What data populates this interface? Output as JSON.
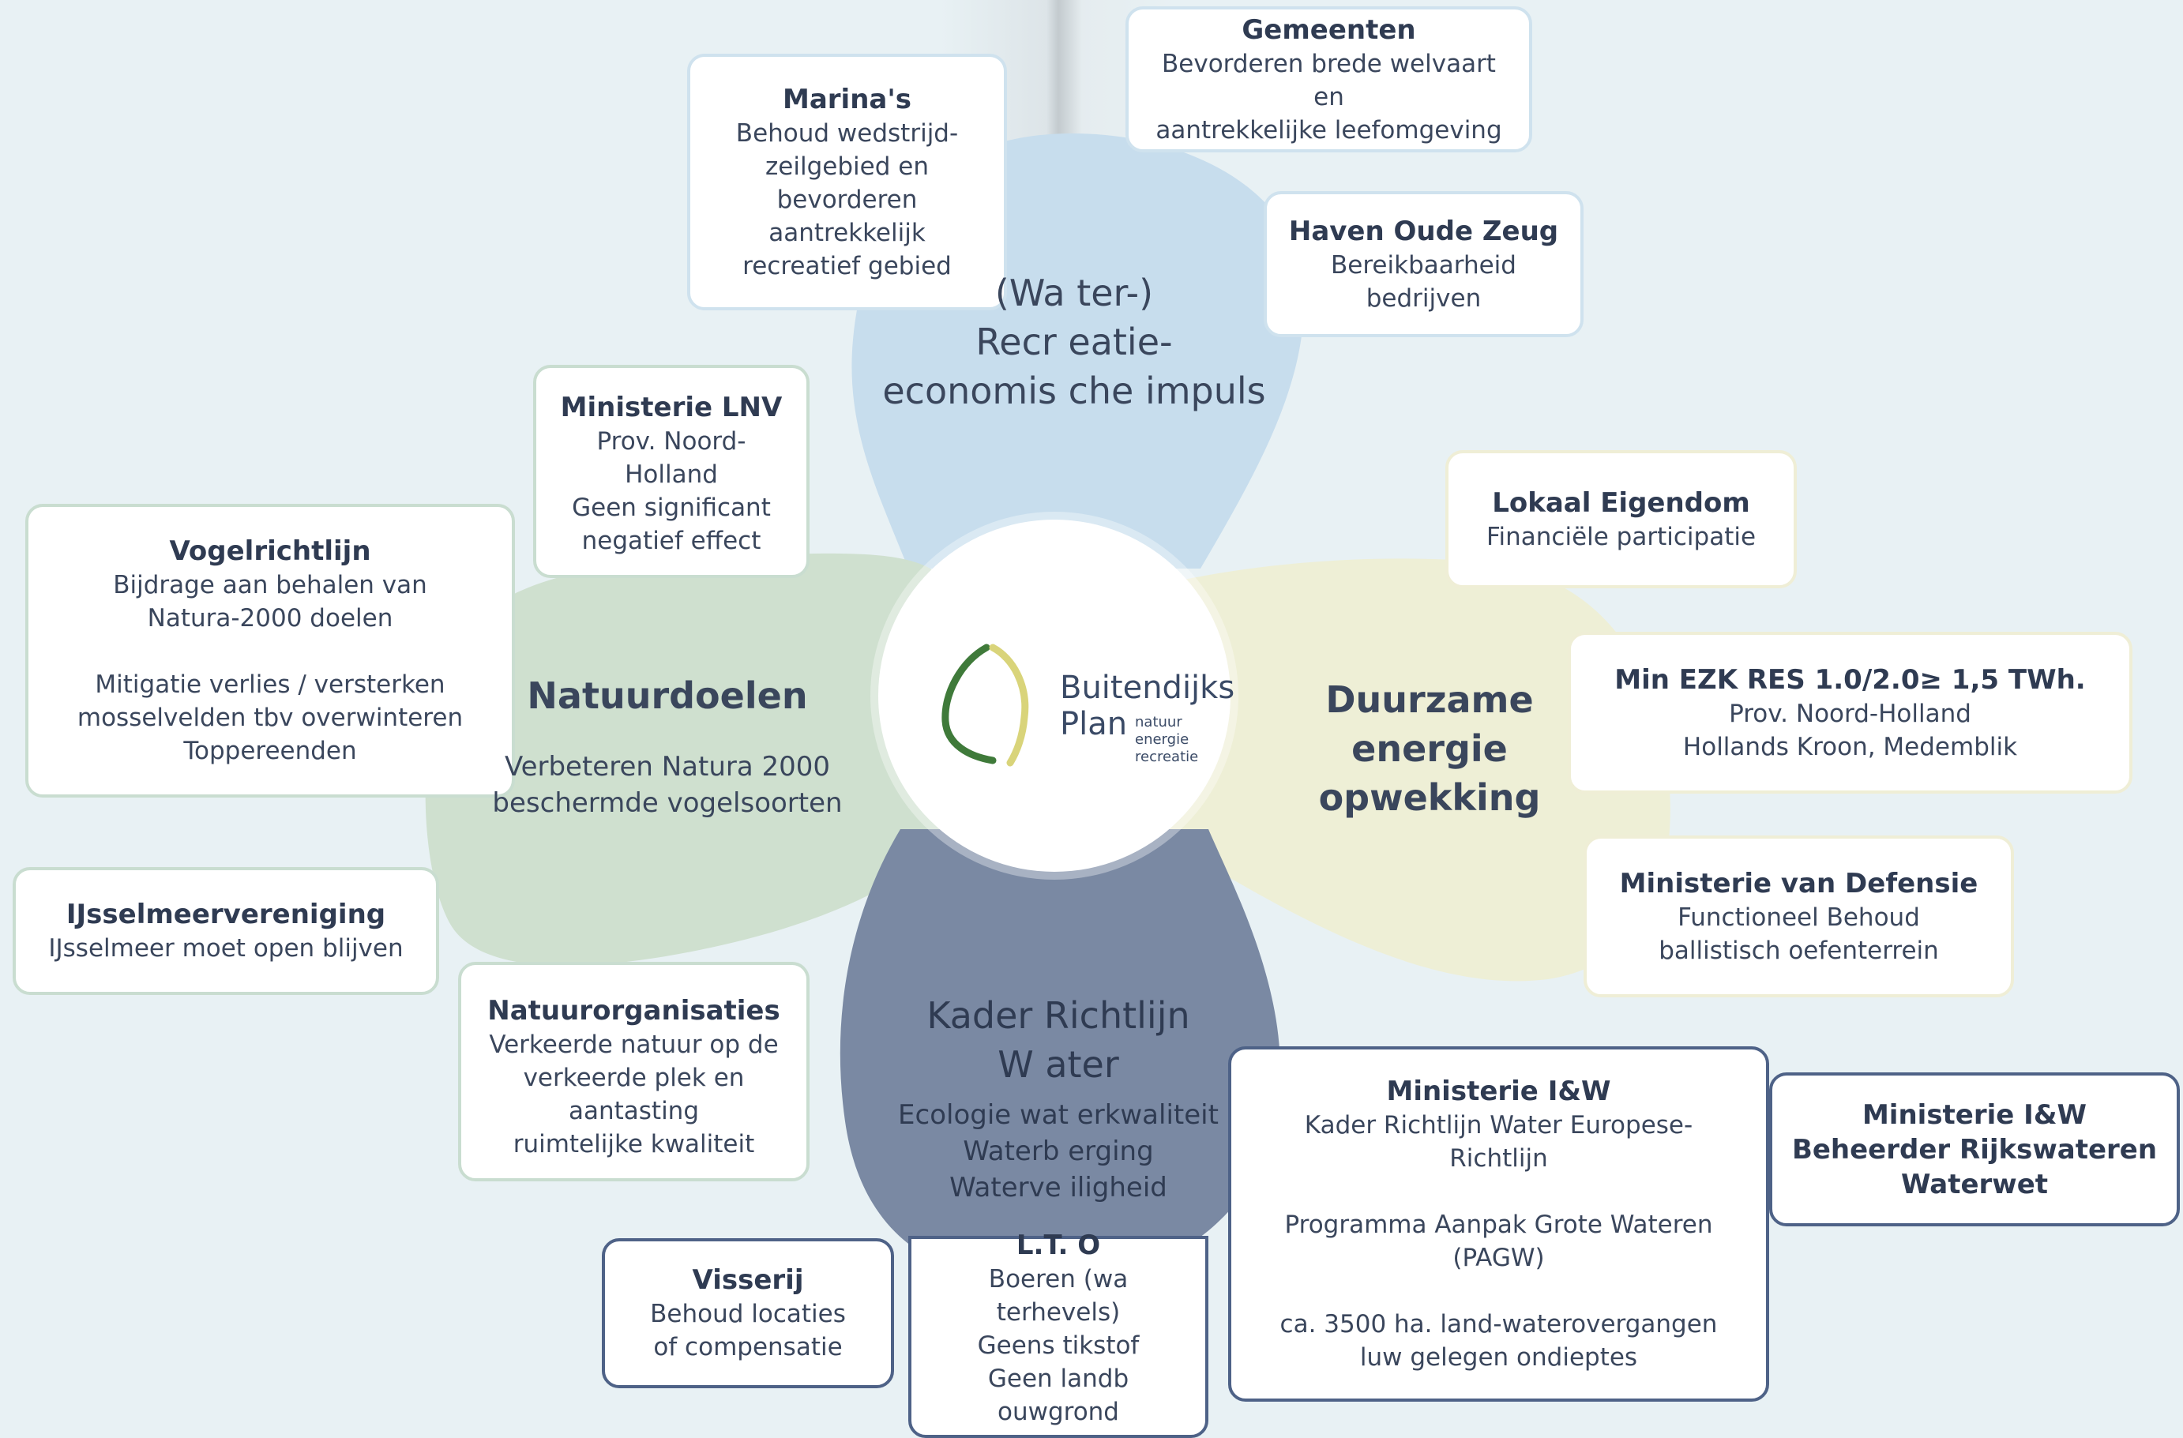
{
  "center": {
    "name_line1": "Buitendijks",
    "name_line2": "Plan",
    "tagline": [
      "natuur",
      "energie",
      "recreatie"
    ]
  },
  "petals": {
    "recreatie": {
      "title": "(Wa ter-)\nRecr eatie-\neconomis che impuls",
      "color": "#c7dded"
    },
    "natuur": {
      "title": "Natuurdoelen",
      "subtitle": "Verbeteren Natura 2000\nbeschermde vogelsoorten",
      "color": "#cfe0cf"
    },
    "energie": {
      "title": "Duurzame\nenergie\nopwekking",
      "color": "#eeefd6"
    },
    "water": {
      "title": "Kader   Richtlijn\nW ater",
      "subtitle": "Ecologie wat erkwaliteit\nWaterb erging\nWaterve iligheid",
      "color": "#7a89a3"
    }
  },
  "boxes": {
    "gemeenten": {
      "title": "Gemeenten",
      "desc": "Bevorderen brede welvaart en\naantrekkelijke leefomgeving"
    },
    "marinas": {
      "title": "Marina's",
      "desc": "Behoud wedstrijd-\nzeilgebied en bevorderen\naantrekkelijk\nrecreatief gebied"
    },
    "haven": {
      "title": "Haven Oude Zeug",
      "desc": "Bereikbaarheid\nbedrijven"
    },
    "lnv": {
      "title": "Ministerie LNV",
      "desc": "Prov. Noord-Holland\nGeen significant\nnegatief effect"
    },
    "vogelrichtlijn": {
      "title": "Vogelrichtlijn",
      "desc1": "Bijdrage aan behalen van\nNatura-2000 doelen",
      "desc2": "Mitigatie verlies / versterken\nmosselvelden tbv overwinteren\nToppereenden"
    },
    "ijsselmeer": {
      "title": "IJsselmeervereniging",
      "desc": "IJsselmeer moet open blijven"
    },
    "natuurorg": {
      "title": "Natuurorganisaties",
      "desc": "Verkeerde natuur op de\nverkeerde plek en aantasting\nruimtelijke kwaliteit"
    },
    "lokaal": {
      "title": "Lokaal Eigendom",
      "desc": "Financiële participatie"
    },
    "ezk": {
      "title": "Min EZK RES 1.0/2.0≥ 1,5 TWh.",
      "desc": "Prov. Noord-Holland\nHollands Kroon, Medemblik"
    },
    "defensie": {
      "title": "Ministerie van Defensie",
      "desc": "Functioneel Behoud\nballistisch oefenterrein"
    },
    "iw": {
      "title": "Ministerie I&W",
      "desc1": "Kader Richtlijn Water Europese-\nRichtlijn",
      "desc2": "Programma Aanpak Grote Wateren\n(PAGW)",
      "desc3": "ca. 3500 ha. land-waterovergangen\nluw gelegen ondieptes"
    },
    "iw2": {
      "title": "Ministerie I&W\nBeheerder Rijkswateren\nWaterwet"
    },
    "visserij": {
      "title": "Visserij",
      "desc": "Behoud locaties\nof compensatie"
    },
    "lto": {
      "title": "L.T. O",
      "desc": "Boeren (wa terhevels)\nGeens tikstof\nGeen landb ouwgrond"
    }
  },
  "colors": {
    "background": "#e8f1f4",
    "text": "#2f3b52",
    "logo_green": "#3f7a3a",
    "logo_yellow": "#d9d47a"
  }
}
